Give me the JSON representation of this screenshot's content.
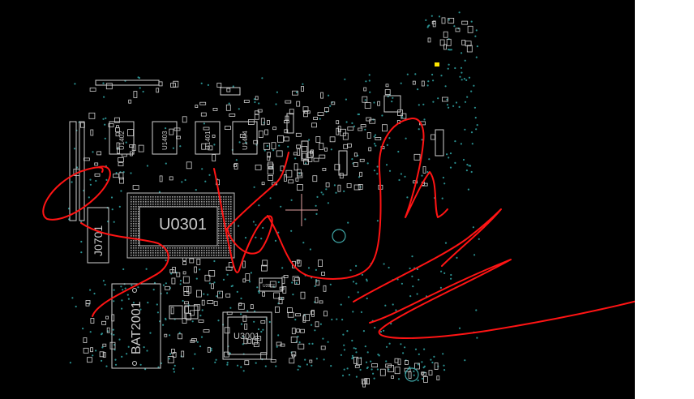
{
  "board": {
    "background": "#000000",
    "silkscreen_color": "#d0d0d0",
    "via_color": "#2a8f8f",
    "markup_color": "#ff1414",
    "highlight_color": "#ffe600"
  },
  "components": {
    "u0301": "U0301",
    "j0701": "J0701",
    "bat2001": "BAT2001",
    "u3001": "U3001",
    "u1402": "U1402",
    "u1403": "U1403",
    "u1401": "U1401",
    "u1404": "U1404",
    "u2802": "U2802"
  },
  "icons": {
    "cursor": "crosshair-icon",
    "fiducial": "circle-icon"
  }
}
